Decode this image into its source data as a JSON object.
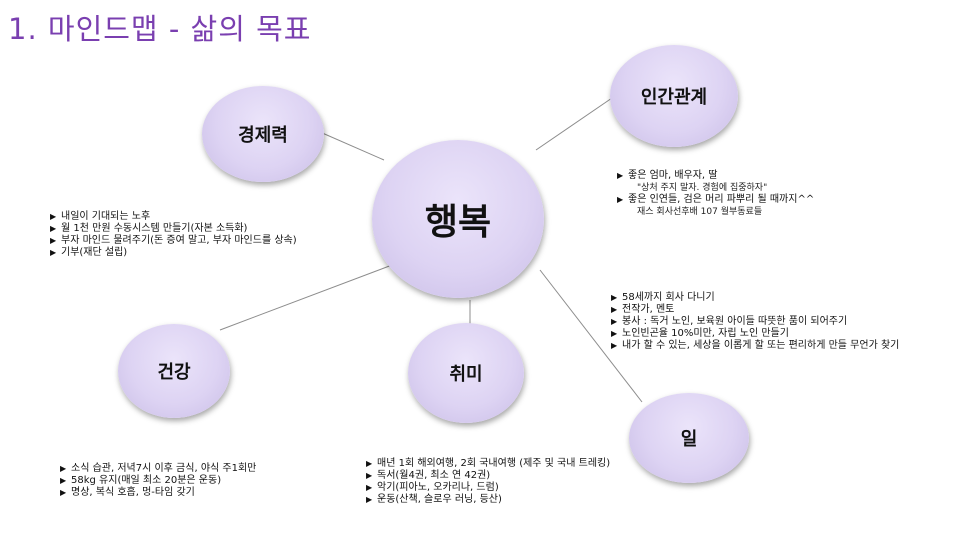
{
  "title": "1. 마인드맵 - 삶의 목표",
  "center": "행복",
  "topics": {
    "economy": "경제력",
    "relations": "인간관계",
    "health": "건강",
    "hobby": "취미",
    "work": "일"
  },
  "economy_items": [
    "내일이 기대되는 노후",
    "월 1천 만원 수동시스템 만들기(자본 소득화)",
    "부자 마인드 물려주기(돈 증여 말고,  부자 마인드를 상속)",
    "기부(재단 설립)"
  ],
  "relations_items": [
    "좋은 엄마, 배우자, 딸",
    "\"상처 주지 말자. 경험에 집중하자\"",
    "좋은 인연들, 검은 머리 파뿌리 될 때까지^^",
    "재스 회사선후배 107 월부동료들"
  ],
  "work_items": [
    "58세까지 회사 다니기",
    "전작가, 멘토",
    "봉사 : 독거 노인, 보육원 아이들 따뜻한 품이 되어주기",
    "노인빈곤율 10%미만, 자립 노인 만들기",
    "내가 할 수 있는, 세상을 이롭게 할 또는 편리하게 만들 무언가 찾기"
  ],
  "health_items": [
    "소식 습관, 저녁7시 이후 금식, 야식 주1회만",
    "58kg 유지(매일 최소 20분은 운동)",
    "명상, 복식 호흡, 멍-타임 갖기"
  ],
  "hobby_items": [
    "매년 1회 해외여행, 2회 국내여행 (제주 및 국내 트레킹)",
    "독서(월4권, 최소 연 42권)",
    "악기(피아노, 오카리나, 드럼)",
    "운동(산책, 슬로우 러닝, 등산)"
  ]
}
